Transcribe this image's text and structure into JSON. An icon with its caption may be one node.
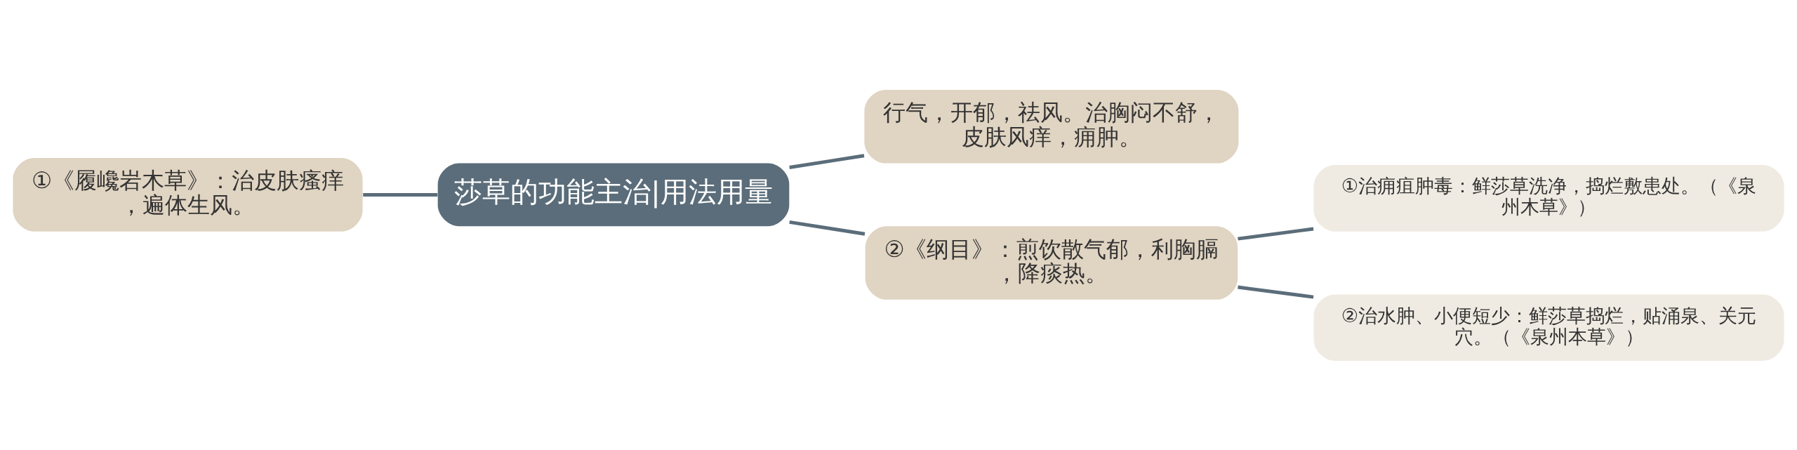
{
  "diagram": {
    "nodes": [
      {
        "text": [
          "莎草的功能主治|用法用量"
        ]
      },
      {
        "text": [
          "①《履巉岩木草》：治皮肤瘙痒，遍体生风。"
        ]
      },
      {
        "text": [
          "行气，开郁，祛风。治胸闷不舒，皮肤风痒，痈肿。"
        ]
      },
      {
        "text": [
          "②《纲目》：煎饮散气郁，利胸膈，降痰热。"
        ]
      },
      {
        "text": [
          "①治痈疽肿毒：鲜莎草洗净，捣烂敷患处。（《泉州木草》）"
        ]
      },
      {
        "text": [
          "②治水肿、小便短少：鲜莎草捣烂，贴涌泉、关元穴。（《泉州本草》）"
        ]
      }
    ],
    "edges": [
      {
        "from": 0,
        "to": 1,
        "arrow": "none"
      },
      {
        "from": 0,
        "to": 2,
        "arrow": "none"
      },
      {
        "from": 0,
        "to": 3,
        "arrow": "none"
      },
      {
        "from": 3,
        "to": 4,
        "arrow": "none"
      },
      {
        "from": 3,
        "to": 5,
        "arrow": "none"
      }
    ]
  }
}
